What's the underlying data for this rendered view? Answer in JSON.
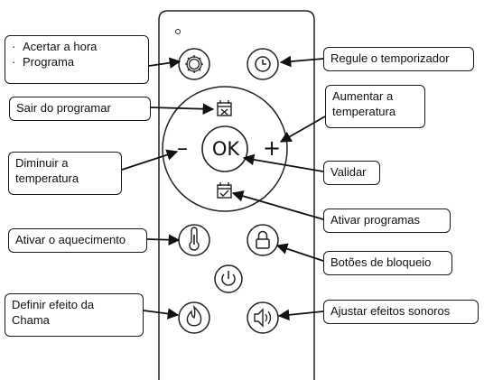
{
  "remote": {
    "ok_label": "OK",
    "plus_label": "+",
    "minus_label": "–"
  },
  "callouts": {
    "clock_menu": {
      "lines": [
        "Acertar a hora",
        "Programa"
      ],
      "bullet": "·"
    },
    "timer": "Regule o temporizador",
    "exit_program": "Sair do programar",
    "increase_temp": [
      "Aumentar a",
      "temperatura"
    ],
    "decrease_temp": [
      "Diminuir a",
      "temperatura"
    ],
    "validate": "Validar",
    "activate_programs": "Ativar programas",
    "activate_heating": "Ativar o aquecimento",
    "lock_buttons": "Botões de bloqueio",
    "flame_effect": [
      "Definir efeito da",
      "Chama"
    ],
    "sound_effects": "Ajustar efeitos sonoros"
  },
  "icons": {
    "settings": "gear-icon",
    "timer": "clock-icon",
    "exit_program": "calendar-x-icon",
    "activate_programs": "calendar-check-icon",
    "heating": "thermometer-icon",
    "lock": "lock-icon",
    "power": "power-icon",
    "flame": "flame-icon",
    "sound": "speaker-icon",
    "led": "indicator-led-icon"
  }
}
